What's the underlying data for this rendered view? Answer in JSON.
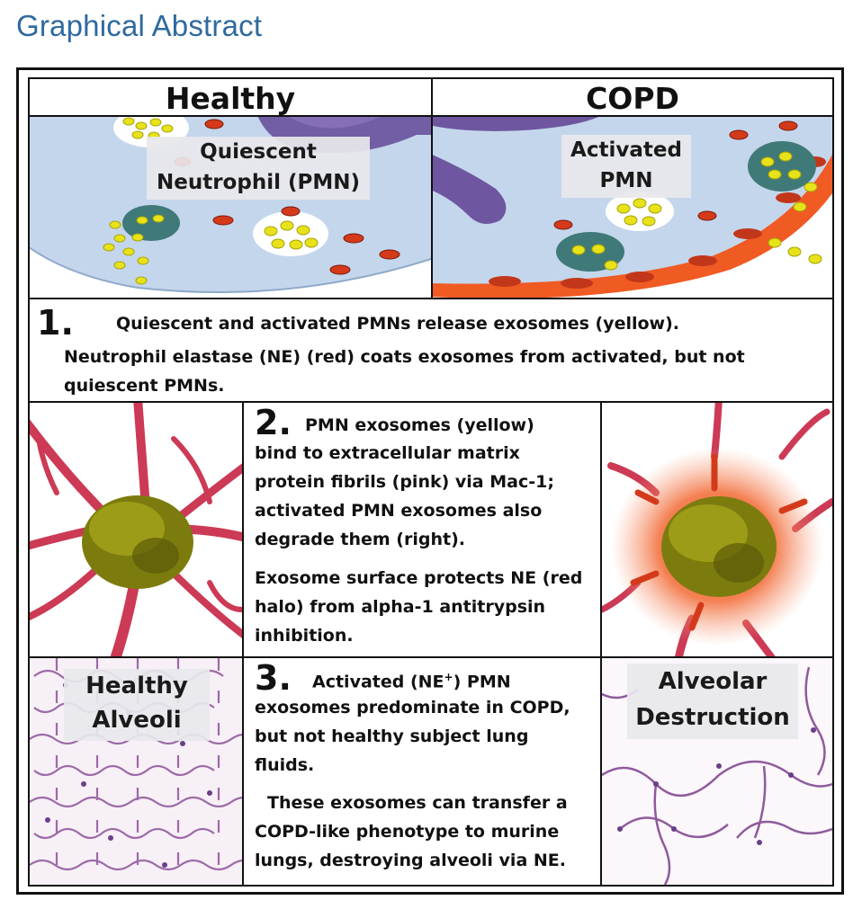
{
  "header": "Graphical Abstract",
  "columns": {
    "healthy": "Healthy",
    "copd": "COPD"
  },
  "cells": {
    "quiescent_label": [
      "Quiescent",
      "Neutrophil (PMN)"
    ],
    "activated_label": [
      "Activated",
      "PMN"
    ]
  },
  "step1": {
    "number": "1.",
    "line1": "Quiescent and activated PMNs release exosomes (yellow).",
    "line2": "Neutrophil  elastase (NE) (red) coats exosomes from activated, but not",
    "line3": "quiescent PMNs."
  },
  "step2": {
    "number": "2.",
    "lines": [
      "PMN exosomes (yellow)",
      "bind to extracellular matrix",
      "protein fibrils (pink) via Mac-1;",
      "activated PMN  exosomes also",
      "degrade them  (right)."
    ],
    "lines_b": [
      "Exosome surface protects NE (red",
      "halo) from alpha-1 antitrypsin",
      "inhibition."
    ]
  },
  "step3": {
    "number": "3.",
    "line1_pre": "Activated (NE",
    "line1_sup": "+",
    "line1_post": ") PMN",
    "lines": [
      "exosomes predominate in COPD,",
      "but not healthy subject lung",
      "fluids."
    ],
    "lines_b": [
      "These exosomes can transfer a",
      "COPD-like phenotype  to murine",
      "lungs, destroying alveoli via NE."
    ]
  },
  "alveoli": {
    "healthy": [
      "Healthy",
      "Alveoli"
    ],
    "destroyed": [
      "Alveolar",
      "Destruction"
    ]
  },
  "colors": {
    "title_blue": "#2e6a9e",
    "cell_body": "#c4d6ec",
    "nucleus": "#6e57a0",
    "exosome_yellow": "#e8e21a",
    "ne_red": "#d43a1a",
    "copd_membrane": "#f05a23",
    "fibril_pink": "#cc3a55",
    "exosome_olive": "#8a8a10",
    "tissue_purple": "#9c6aa8"
  }
}
